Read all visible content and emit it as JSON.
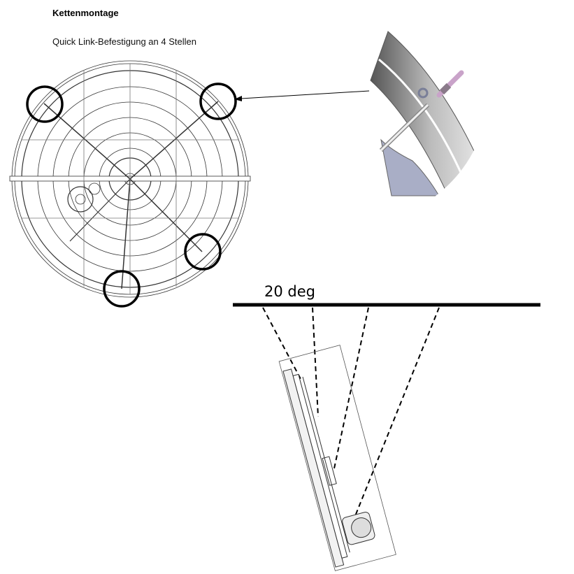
{
  "header": {
    "title": "Kettenmontage",
    "subtitle": "Quick Link-Befestigung an 4 Stellen"
  },
  "tilt_diagram": {
    "angle_label": "20 deg",
    "angle_degrees": 20
  },
  "markers": {
    "count": 4,
    "color": "#000000"
  },
  "colors": {
    "detail_rim": "#8a8a8a",
    "detail_pin": "#c9a3c9",
    "detail_panel": "#a9aec6"
  }
}
